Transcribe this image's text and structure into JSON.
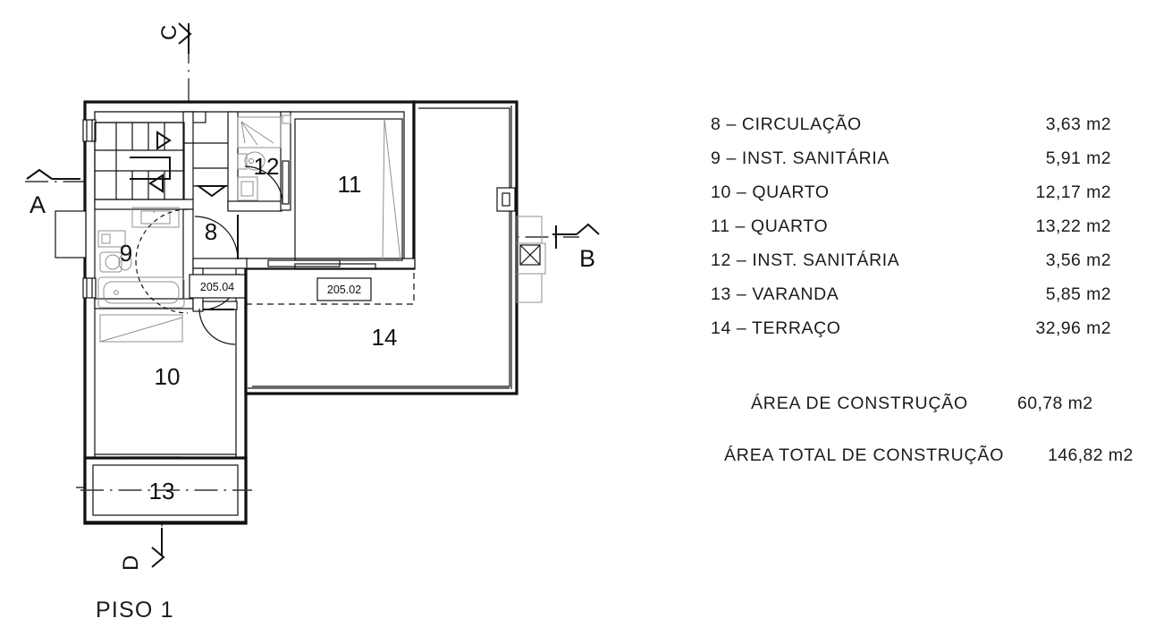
{
  "sheet": {
    "title": "PISO 1"
  },
  "legend": {
    "rows": [
      {
        "num": "8",
        "label": "8 – CIRCULAÇÃO",
        "area": "3,63 m2"
      },
      {
        "num": "9",
        "label": "9 – INST. SANITÁRIA",
        "area": "5,91 m2"
      },
      {
        "num": "10",
        "label": "10 – QUARTO",
        "area": "12,17 m2"
      },
      {
        "num": "11",
        "label": "11 – QUARTO",
        "area": "13,22 m2"
      },
      {
        "num": "12",
        "label": "12 – INST. SANITÁRIA",
        "area": "3,56 m2"
      },
      {
        "num": "13",
        "label": "13 – VARANDA",
        "area": "5,85 m2"
      },
      {
        "num": "14",
        "label": "14 – TERRAÇO",
        "area": "32,96 m2"
      }
    ]
  },
  "totals": {
    "construction": {
      "label": "ÁREA DE CONSTRUÇÃO",
      "area": "60,78 m2"
    },
    "total": {
      "label": "ÁREA TOTAL DE CONSTRUÇÃO",
      "area": "146,82 m2"
    }
  },
  "plan": {
    "room_numbers": {
      "circulacao": "8",
      "inst_sanitaria_9": "9",
      "quarto_10": "10",
      "quarto_11": "11",
      "inst_sanitaria_12": "12",
      "varanda": "13",
      "terraco": "14"
    },
    "code_labels": {
      "apt_205_04": "205.04",
      "apt_205_02": "205.02"
    },
    "section_marks": {
      "a": "A",
      "b": "B",
      "c": "C",
      "d": "D"
    }
  },
  "colors": {
    "ink": "#111111",
    "light_ink": "#8a8a8a",
    "paper": "#ffffff"
  }
}
